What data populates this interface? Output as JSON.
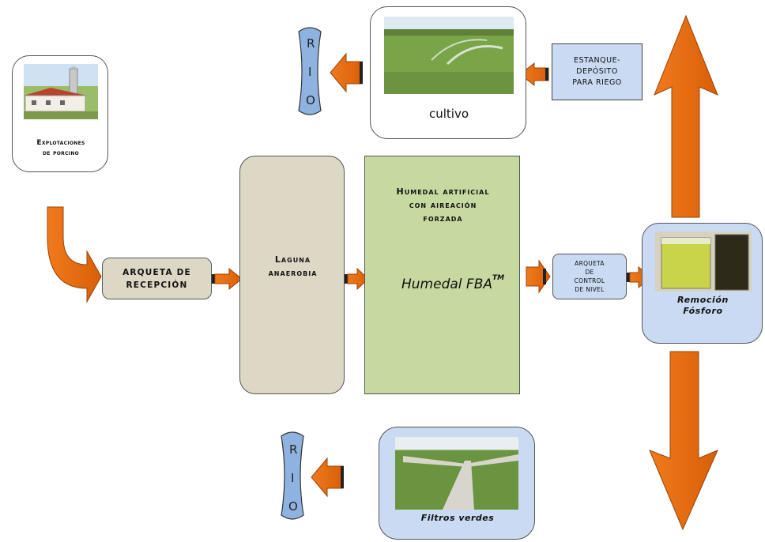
{
  "farm": {
    "label_line1": "Explotaciones",
    "label_line2": "de porcino"
  },
  "cultivo": {
    "label": "cultivo"
  },
  "estanque": {
    "line1": "ESTANQUE-",
    "line2": "DEPÓSITO",
    "line3": "PARA RIEGO"
  },
  "rio_top": {
    "letters": [
      "R",
      "I",
      "O"
    ]
  },
  "rio_bottom": {
    "letters": [
      "R",
      "I",
      "O"
    ]
  },
  "arqueta_recepcion": {
    "line1": "ARQUETA DE",
    "line2": "RECEPCIÓN"
  },
  "laguna": {
    "line1": "Laguna",
    "line2": "anaerobia"
  },
  "humedal": {
    "line1": "Humedal artificial",
    "line2": "con aireación",
    "line3": "forzada",
    "brand": "Humedal FBA",
    "tm": "TM"
  },
  "arqueta_control": {
    "line1": "ARQUETA",
    "line2": "DE",
    "line3": "CONTROL",
    "line4": "DE NIVEL"
  },
  "fosforo": {
    "line1": "Remoción",
    "line2": "Fósforo"
  },
  "filtros": {
    "label": "Filtros verdes"
  },
  "colors": {
    "arrow": "#e2690f",
    "arrow_dark": "#9a4208",
    "tan_box": "#ddd8c6",
    "green_box": "#c6d9a0",
    "blue_box": "#c9daf2",
    "rio": "#8fb3e0"
  }
}
